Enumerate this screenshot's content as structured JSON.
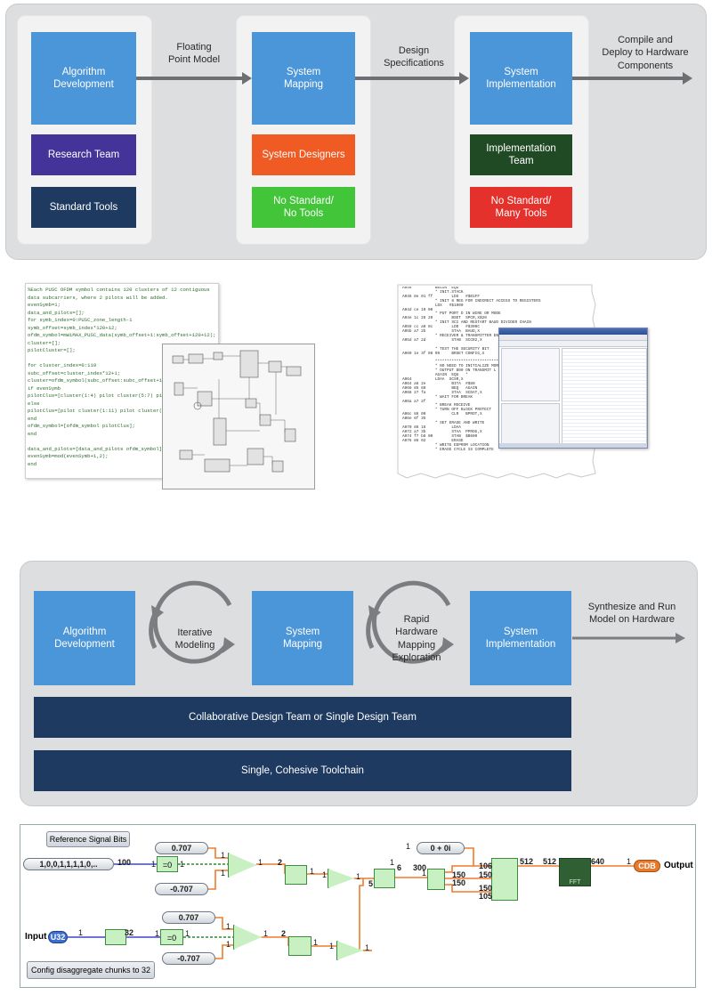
{
  "top": {
    "columns": [
      {
        "main": "Algorithm\nDevelopment",
        "team": "Research Team",
        "tools": "Standard Tools"
      },
      {
        "main": "System\nMapping",
        "team": "System Designers",
        "tools": "No Standard/\nNo Tools"
      },
      {
        "main": "System\nImplementation",
        "team": "Implementation\nTeam",
        "tools": "No Standard/\nMany Tools"
      }
    ],
    "arrows": [
      "Floating\nPoint Model",
      "Design\nSpecifications",
      "Compile and\nDeploy to Hardware\nComponents"
    ]
  },
  "matlab_code": "%Each PUSC OFDM symbol contains 120 clusters of 12 contiguous\ndata subcarriers, where 2 pilots will be added.\nevenSymb=1;\ndata_and_pilots=[];\nfor symb_index=0:PUSC_zone_length-1\nsymb_offset=symb_index*120+12;\nofdm_symbol=mWiMAX_PUSC_data(symb_offset+1:symb_offset+120+12);\ncluster=[];\npilotCluster=[];\n\nfor cluster_index=0:119\nsubc_offset=cluster_index*12+1;\ncluster=ofdm_symbol(subc_offset:subc_offset+11);\nif evenSymb\npilotClus=[cluster(1:4) pilot cluster(5:7) pilot\nelse\npilotClus=[pilot cluster(1:11) pilot cluster(12)\nend\nofdm_symbol=[ofdm_symbol pilotClus];\nend\n\ndata_and_pilots=[data_and_pilots ofdm_symbol];\nevenSymb=mod(evenSymb+1,2);\nend",
  "asm_code": "A046          BEGIN  EQU   *\n              * INIT.STACK\nA046 8e 01 ff        LDS   #$01FF\n              * INIT 8 REG FOR INDIRECT ACCESS TO REGISTERS\n              LDX   #$1000\nA04d ce 10 00\n              * PUT PORT D IN WIRE OR MODE\nA04e 1c 28 20        BSET  SPCR,X$20\n              * INIT SCI AND RESTART BAUD DIVIDER CHAIN\nA059 cc a0 0c        LDD   #$300C\nA05b a7 2b           STAA  BAUD,X\n              * RECEIVER & TRANSMITTER ENABLED\nA05d a7 2d           STAB  SCCR2,X\n\n              * TEST THE SECURITY BIT\nA060 1e 3f 08 09     BRSET CONFIG,X\n\n              ***************************\n              * NO NEED TO INITIALIZE MOR\n              * OUTPUT $00 ON TRANSMIT L\n              AGAIN  EQU   *\nA064          LDAA  SCSR,X\nA064 a6 2e           BITA  #$80\nA066 85 80           BEQ   AGAIN\nA068 27 fa           STAA  SCDAT,X\n              * WAIT FOR BREAK\nA06a a7 2f\n              * BREAK RECEIVE\n              * TURN OFF BLOCK PROTECT\nA06c 86 00           CLR   BPROT,X\nA06e 6f 35\n              * SET ERASE AND WRITE\nA070 86 16           LDAA\nA072 a7 3b           STAA  PPROG,X\nA074 f7 b8 00        STAB  $B600\nA076 86 02           ERASE\n              * WRITE EEPROM LOCATION\n              * ERASE CYCLE IS COMPLETE",
  "bottom": {
    "blocks": [
      "Algorithm\nDevelopment",
      "System\nMapping",
      "System\nImplementation"
    ],
    "loops": [
      "Iterative\nModeling",
      "Rapid\nHardware\nMapping\nExploration"
    ],
    "output": "Synthesize and Run\nModel on Hardware",
    "bar1": "Collaborative Design Team or Single Design Team",
    "bar2": "Single, Cohesive Toolchain"
  },
  "model": {
    "ref_label": "Reference Signal Bits",
    "config_label": "Config disaggregate chunks to 32",
    "bits_const": "1,0,0,1,1,1,1,0,..",
    "pos_a": "0.707",
    "neg_a": "-0.707",
    "pos_b": "0.707",
    "neg_b": "-0.707",
    "complex_const": "0 + 0i",
    "input_label": "Input",
    "input_type": "U32",
    "output_label": "Output",
    "output_type": "CDB",
    "widths": [
      "100",
      "1",
      "1",
      "1",
      "2",
      "1",
      "1",
      "1",
      "5",
      "6",
      "300",
      "150",
      "150",
      "106",
      "150",
      "150",
      "105",
      "512",
      "512",
      "640",
      "1",
      "1",
      "32",
      "1",
      "1",
      "1",
      "2",
      "1",
      "1",
      "1",
      "1",
      "1",
      "1",
      "1",
      "1",
      "1",
      "1"
    ],
    "fft_label": "FFT"
  }
}
